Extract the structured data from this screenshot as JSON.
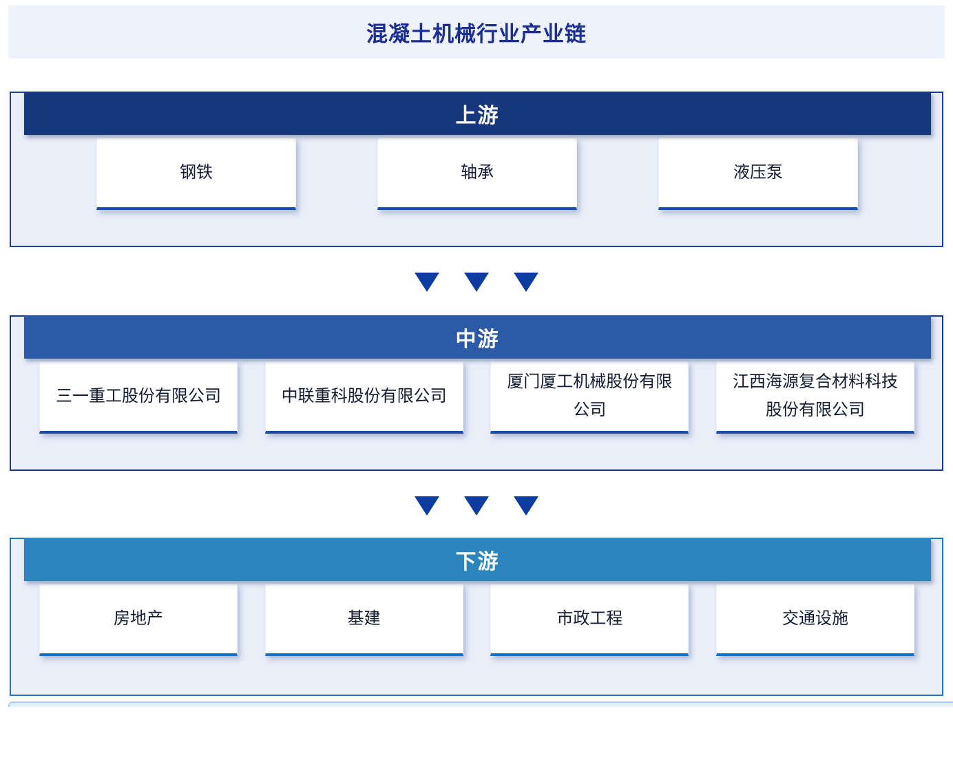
{
  "title": "混凝土机械行业产业链",
  "colors": {
    "title_text": "#1b2e92",
    "title_bar_bg": "#eef2fb",
    "upstream_header_bg": "#17387d",
    "midstream_header_bg": "#2c5aa7",
    "downstream_header_bg": "#2d85be",
    "section_body_bg": "#e9eef9",
    "arrow": "#0c3ca0",
    "card_bg": "#ffffff",
    "card_text": "#131c33"
  },
  "sections": [
    {
      "id": "upstream",
      "label": "上游",
      "items": [
        "钢铁",
        "轴承",
        "液压泵"
      ]
    },
    {
      "id": "midstream",
      "label": "中游",
      "items": [
        "三一重工股份有限公司",
        "中联重科股份有限公司",
        "厦门厦工机械股份有限公司",
        "江西海源复合材料科技股份有限公司"
      ]
    },
    {
      "id": "downstream",
      "label": "下游",
      "items": [
        "房地产",
        "基建",
        "市政工程",
        "交通设施"
      ]
    }
  ]
}
